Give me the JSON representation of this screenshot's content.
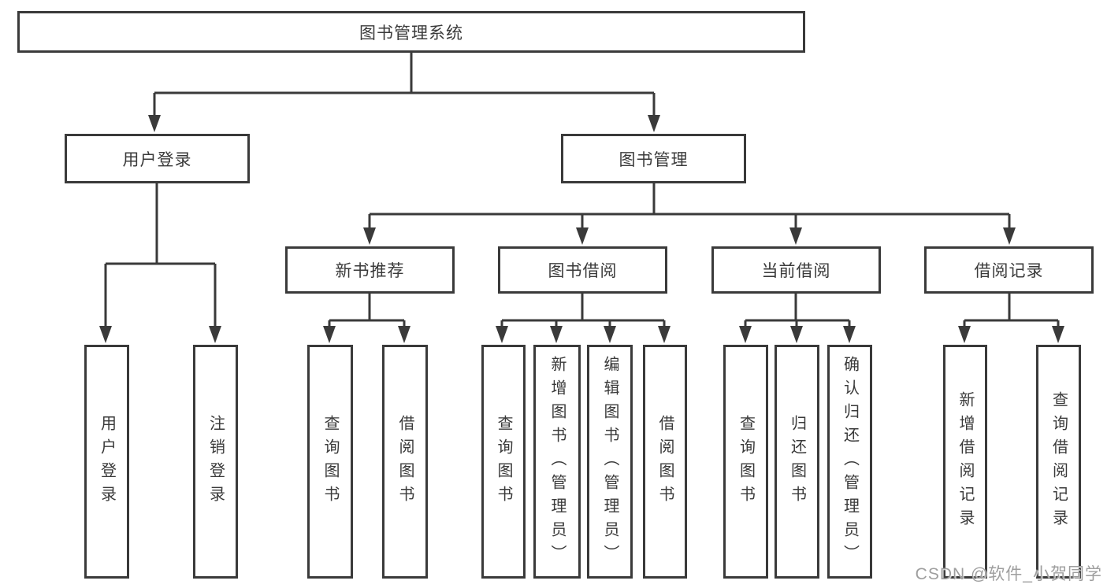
{
  "diagram": {
    "title_node": {
      "label": "图书管理系统"
    },
    "level2": [
      {
        "label": "用户登录"
      },
      {
        "label": "图书管理"
      }
    ],
    "level3": [
      {
        "label": "新书推荐"
      },
      {
        "label": "图书借阅"
      },
      {
        "label": "当前借阅"
      },
      {
        "label": "借阅记录"
      }
    ],
    "leaves": {
      "user_login": [
        "用户登录",
        "注销登录"
      ],
      "new_book": [
        "查询图书",
        "借阅图书"
      ],
      "book_borrow": [
        "查询图书",
        "新增图书（管理员）",
        "编辑图书（管理员）",
        "借阅图书"
      ],
      "current_borrow": [
        "查询图书",
        "归还图书",
        "确认归还（管理员）"
      ],
      "borrow_record": [
        "新增借阅记录",
        "查询借阅记录"
      ]
    }
  },
  "watermark": {
    "text": "CSDN @软件_小贺同学"
  },
  "colors": {
    "line": "#3a3a3a",
    "box_border": "#3a3a3a",
    "text": "#3a3a3a",
    "watermark": "#9e9e9e",
    "background": "#ffffff"
  }
}
